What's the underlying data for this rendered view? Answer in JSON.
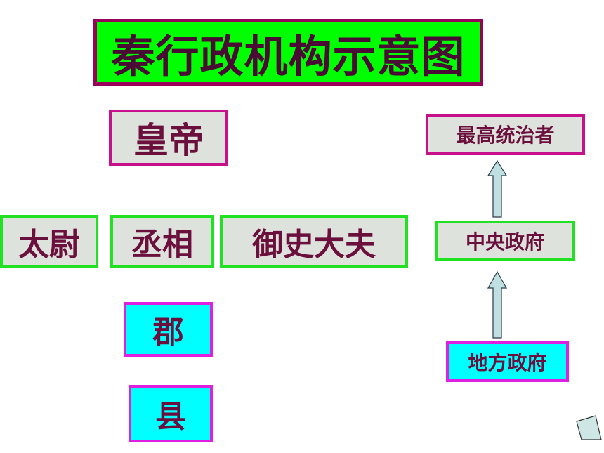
{
  "title": "秦行政机构示意图",
  "hierarchy": {
    "emperor": "皇帝",
    "ministers": [
      "太尉",
      "丞相",
      "御史大夫"
    ],
    "commandery": "郡",
    "county": "县"
  },
  "legend": {
    "supreme_ruler": "最高统治者",
    "central_government": "中央政府",
    "local_government": "地方政府"
  },
  "colors": {
    "title_fill": "#00ff00",
    "title_border": "#99005a",
    "box_fill_gray": "#dde3dc",
    "box_fill_cyan": "#00ffff",
    "border_pink": "#c8108c",
    "border_green": "#22e022",
    "border_magenta": "#e020e0",
    "text": "#6b0f3c",
    "arrow_fill": "#bfe0e0"
  }
}
